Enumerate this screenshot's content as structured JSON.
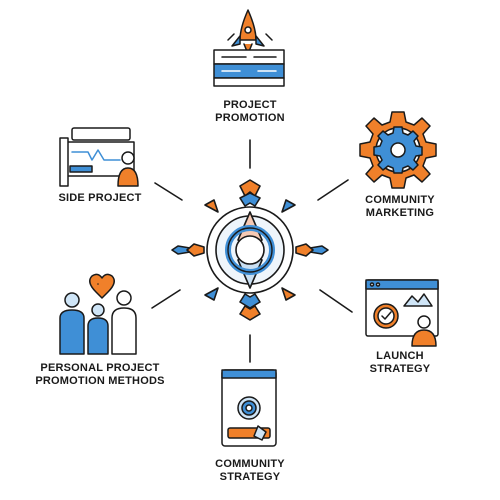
{
  "colors": {
    "outline": "#1a1a1a",
    "blue": "#3f8fd6",
    "orange": "#f0802a",
    "lightblue": "#cfe5f7",
    "background": "#ffffff"
  },
  "hub": {
    "icon": "compass-gear-icon"
  },
  "nodes": [
    {
      "id": "project-promotion",
      "icon": "rocket-board-icon",
      "label_lines": [
        "PROJECT",
        "PROMOTION"
      ]
    },
    {
      "id": "community-marketing",
      "icon": "gear-icon",
      "label_lines": [
        "COMMUNITY",
        "MARKETING"
      ]
    },
    {
      "id": "launch-strategy",
      "icon": "browser-person-check-icon",
      "label_lines": [
        "LAUNCH",
        "STRATEGY"
      ]
    },
    {
      "id": "community-strategy",
      "icon": "phone-fingerprint-icon",
      "label_lines": [
        "COMMUNITY",
        "STRATEGY"
      ]
    },
    {
      "id": "personal-project-promotion-methods",
      "icon": "people-heart-icon",
      "label_lines": [
        "PERSONAL PROJECT",
        "PROMOTION METHODS"
      ]
    },
    {
      "id": "side-project",
      "icon": "document-person-icon",
      "label_lines": [
        "SIDE PROJECT"
      ]
    }
  ]
}
